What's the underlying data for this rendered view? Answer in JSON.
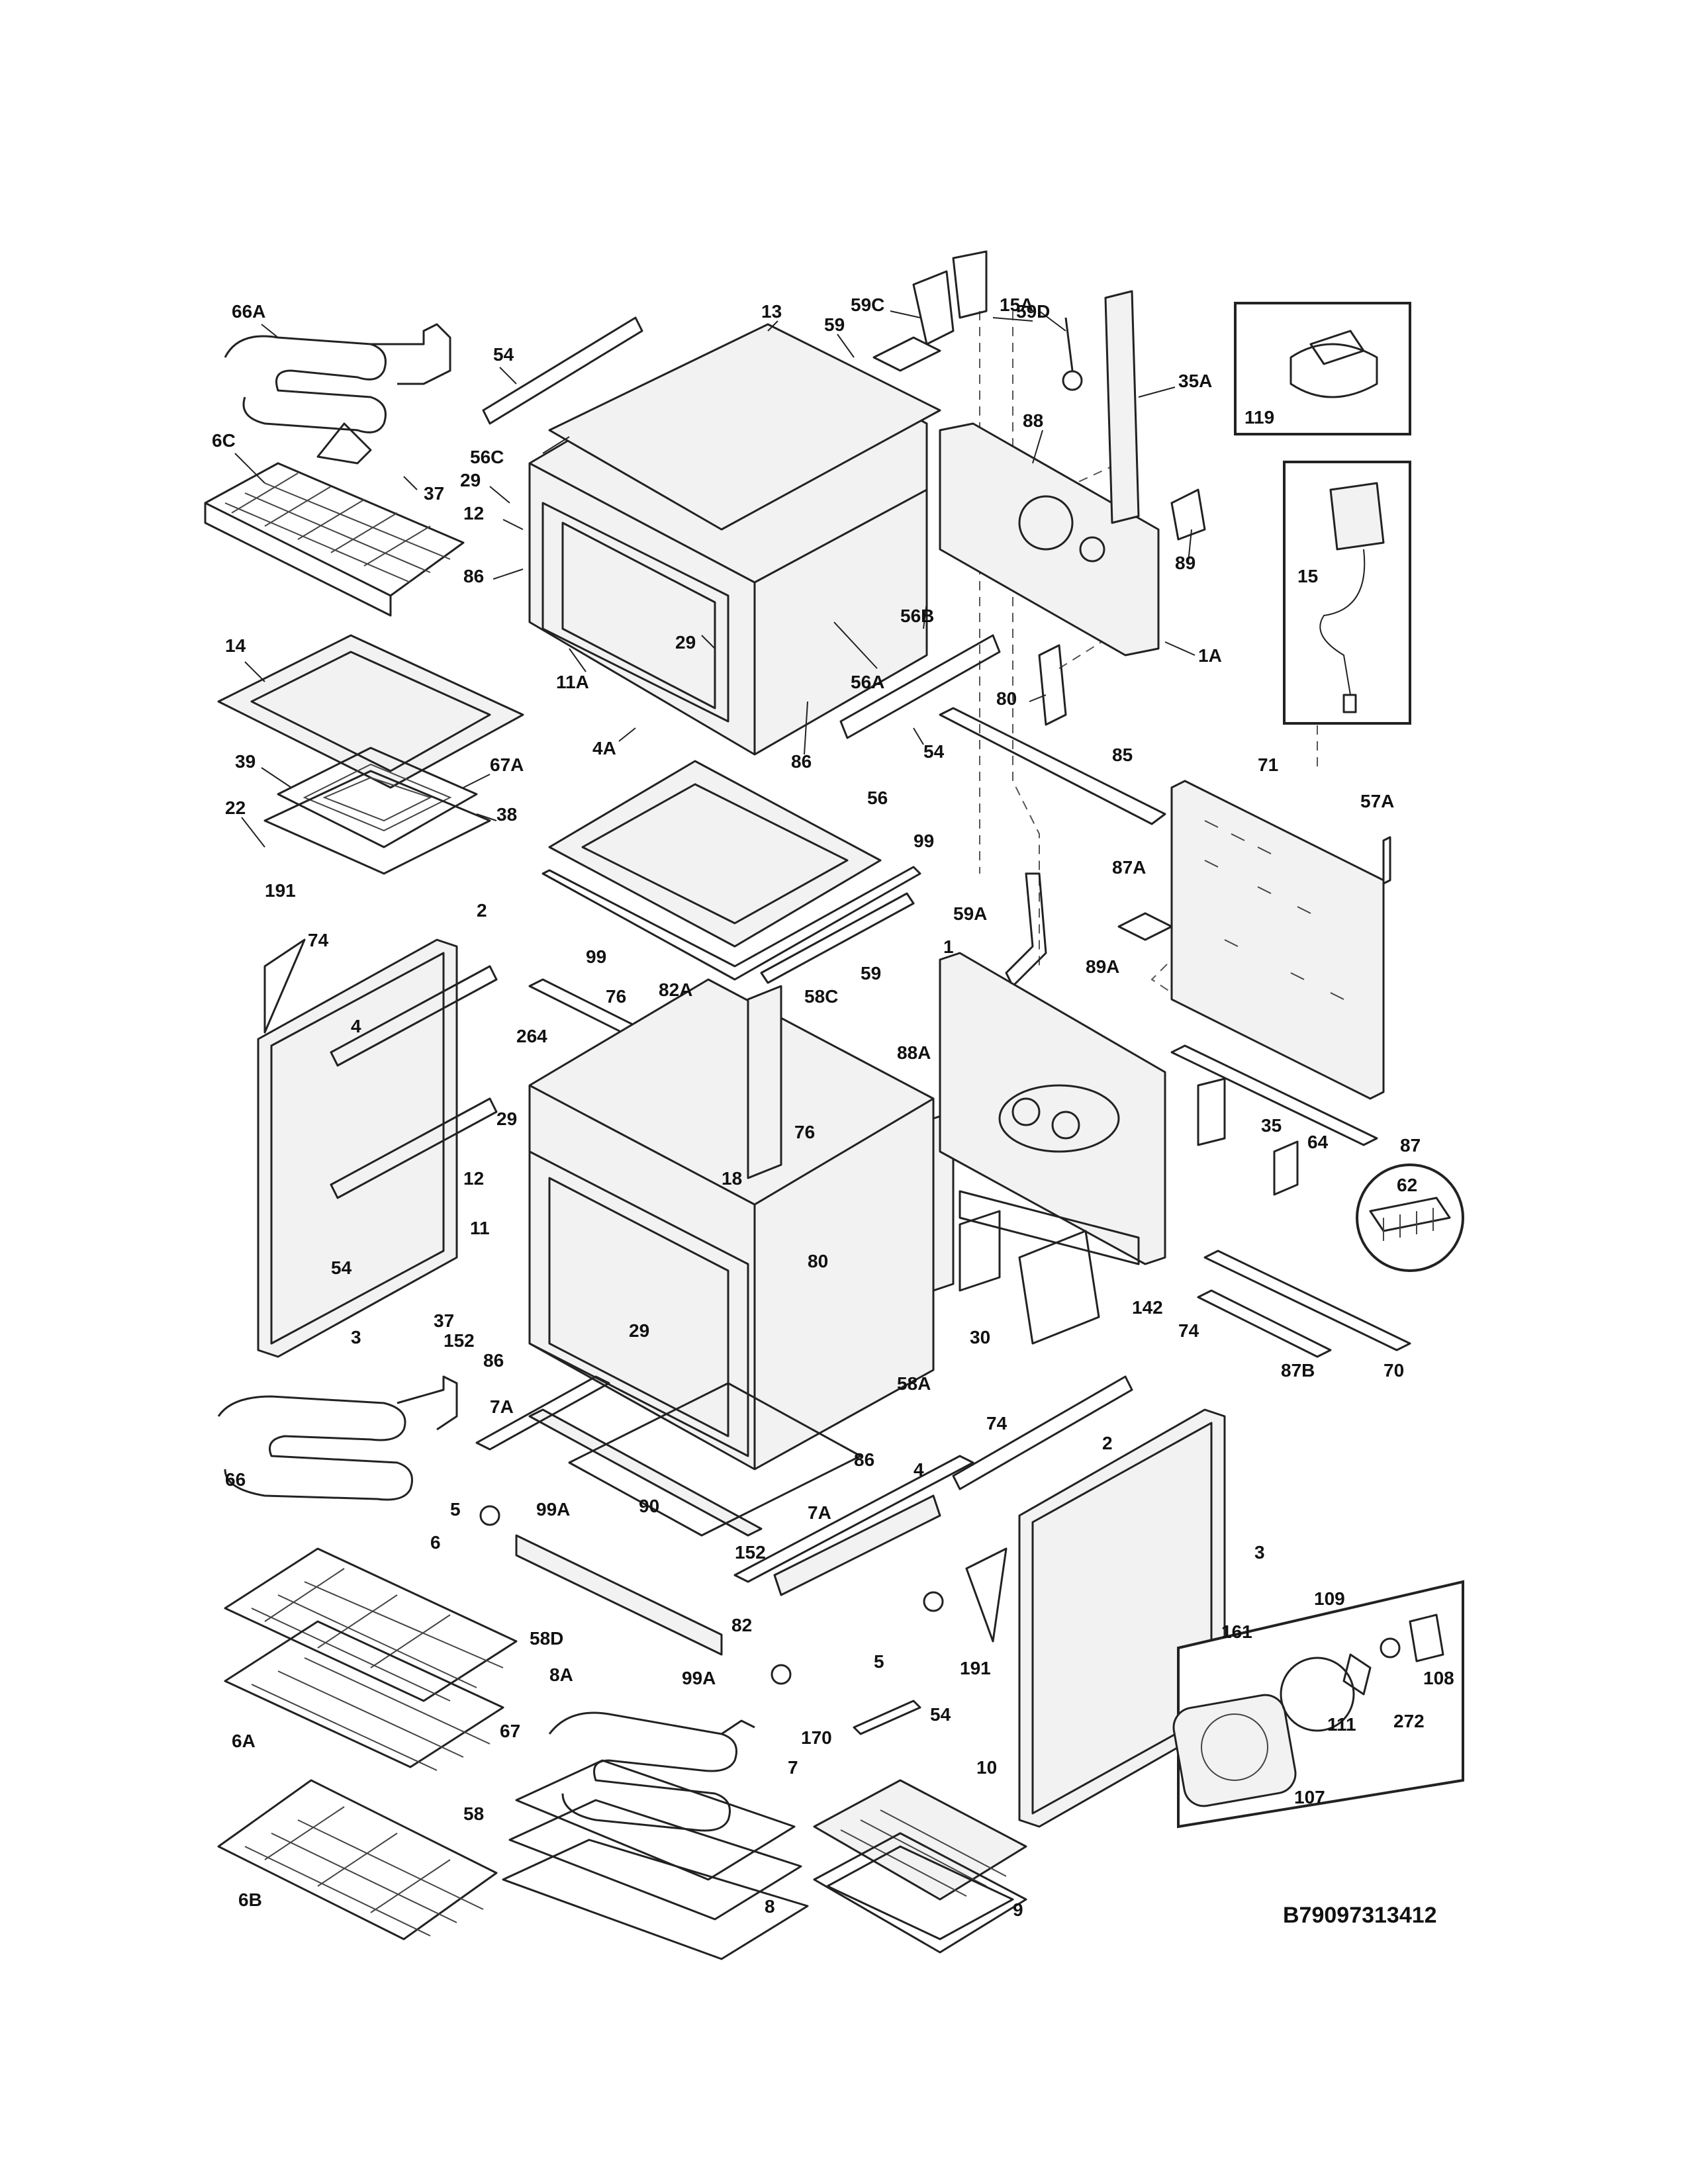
{
  "document_id": "B79097313412",
  "callouts": {
    "c66A": "66A",
    "c6C": "6C",
    "c37a": "37",
    "c29a": "29",
    "c12a": "12",
    "c86a": "86",
    "c54a": "54",
    "c56C": "56C",
    "c13": "13",
    "c59": "59",
    "c59C": "59C",
    "c59D": "59D",
    "c15A": "15A",
    "c35A": "35A",
    "c88": "88",
    "c89": "89",
    "c119": "119",
    "c15": "15",
    "c1A": "1A",
    "c56B": "56B",
    "c56A": "56A",
    "c29b": "29",
    "c11A": "11A",
    "c4A": "4A",
    "c86b": "86",
    "c80a": "80",
    "c54b": "54",
    "c14": "14",
    "c39": "39",
    "c67A": "67A",
    "c22": "22",
    "c38": "38",
    "c56": "56",
    "c99a": "99",
    "c99b": "99",
    "c82A": "82A",
    "c85": "85",
    "c71": "71",
    "c57A": "57A",
    "c87A": "87A",
    "c59A": "59A",
    "c191a": "191",
    "c2a": "2",
    "c74a": "74",
    "c76a": "76",
    "c264": "264",
    "c4a": "4",
    "c1": "1",
    "c58C": "58C",
    "c59b": "59",
    "c89A": "89A",
    "c88A": "88A",
    "c76b": "76",
    "c18": "18",
    "c29c": "29",
    "c12b": "12",
    "c11": "11",
    "c54c": "54",
    "c35": "35",
    "c64": "64",
    "c87": "87",
    "c62": "62",
    "c80b": "80",
    "c142": "142",
    "c30": "30",
    "c29d": "29",
    "c37b": "37",
    "c152a": "152",
    "c86c": "86",
    "c3a": "3",
    "c87B": "87B",
    "c70": "70",
    "c58A": "58A",
    "c66": "66",
    "c7Aa": "7A",
    "c5a": "5",
    "c99Aa": "99A",
    "c90": "90",
    "c86d": "86",
    "c74b": "74",
    "c74c": "74",
    "c4b": "4",
    "c2b": "2",
    "c152b": "152",
    "c7Ab": "7A",
    "c3b": "3",
    "c6": "6",
    "c58D": "58D",
    "c82": "82",
    "c99Ab": "99A",
    "c191b": "191",
    "c5b": "5",
    "c109": "109",
    "c161": "161",
    "c108": "108",
    "c111": "111",
    "c272": "272",
    "c6A": "6A",
    "c170": "170",
    "c54d": "54",
    "c8A": "8A",
    "c67": "67",
    "c7": "7",
    "c10": "10",
    "c58": "58",
    "c107": "107",
    "c6B": "6B",
    "c8": "8",
    "c9": "9"
  }
}
